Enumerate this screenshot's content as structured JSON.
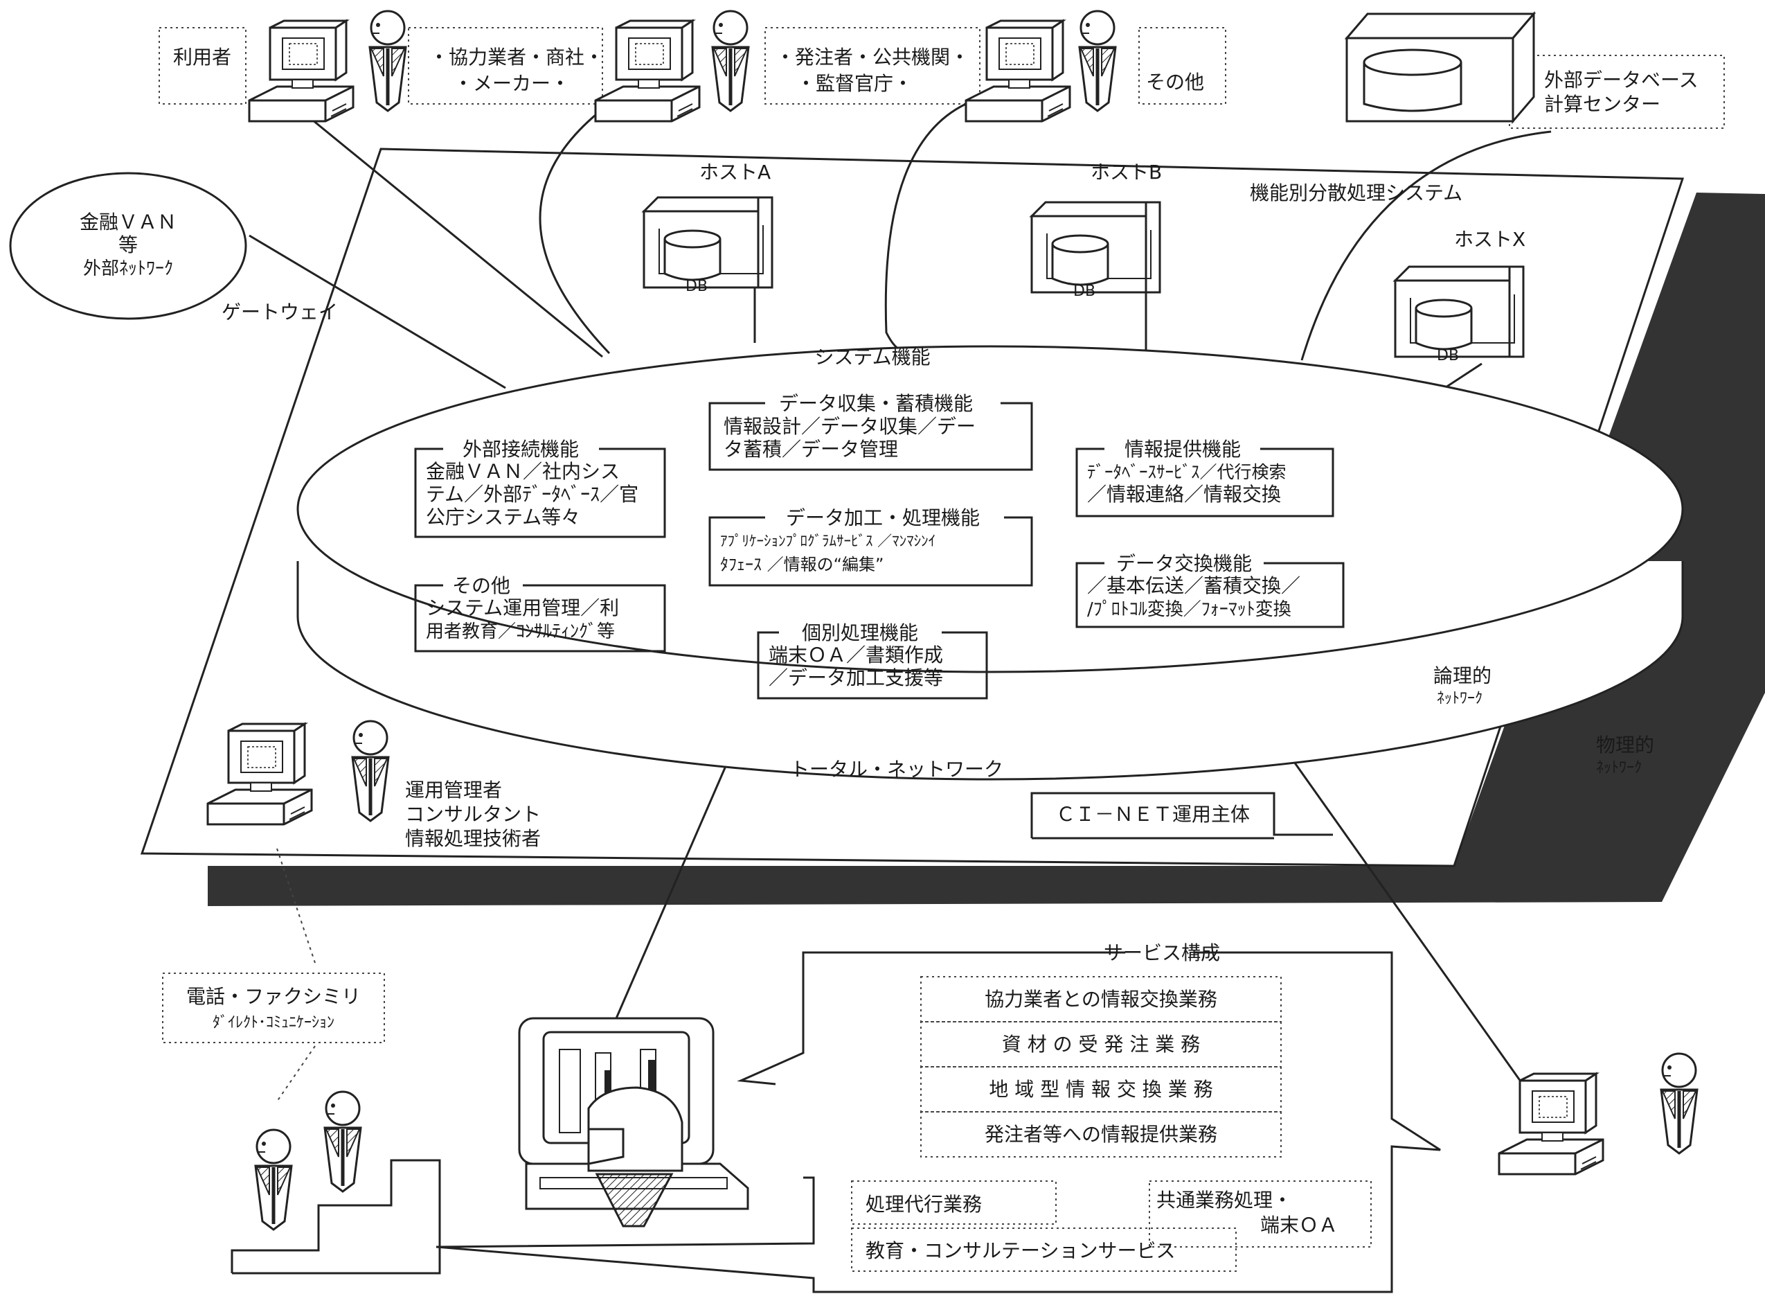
{
  "top_users": {
    "user_label": "利用者",
    "partner_line1": "・協力業者・商社・",
    "partner_line2": "・メーカー・",
    "orderer_line1": "・発注者・公共機関・",
    "orderer_line2": "・監督官庁・",
    "other_label": "その他"
  },
  "external_db": {
    "line1": "外部データベース",
    "line2": "計算センター"
  },
  "financial_van": {
    "line1": "金融ＶＡＮ",
    "line2": "等",
    "line3": "外部ﾈｯﾄﾜｰｸ"
  },
  "gateway_label": "ゲートウェイ",
  "hosts": {
    "host_a": "ホストA",
    "host_b": "ホストB",
    "host_x": "ホストX",
    "db_label": "DB"
  },
  "platform_title": "機能別分散処理システム",
  "system_functions": {
    "title": "システム機能",
    "data_collection": {
      "title": "データ収集・蓄積機能",
      "line1": "情報設計／データ収集／デー",
      "line2": "タ蓄積／データ管理"
    },
    "external_connection": {
      "title": "外部接続機能",
      "line1": "金融ＶＡＮ／社内シス",
      "line2": "テム／外部ﾃﾞｰﾀﾍﾞｰｽ／官",
      "line3": "公庁システム等々"
    },
    "info_provision": {
      "title": "情報提供機能",
      "line1": "ﾃﾞｰﾀﾍﾞｰｽｻｰﾋﾞｽ／代行検索",
      "line2": "／情報連絡／情報交換"
    },
    "data_processing": {
      "title": "データ加工・処理機能",
      "line1": "ｱﾌﾟﾘｹｰｼｮﾝﾌﾟﾛｸﾞﾗﾑｻｰﾋﾞｽ ／ﾏﾝﾏｼﾝｲ",
      "line2": "ﾀﾌｪｰｽ ／情報の“編集”"
    },
    "other": {
      "title": "その他",
      "line1": "システム運用管理／利",
      "line2": "用者教育／ｺﾝｻﾙﾃｨﾝｸﾞ等"
    },
    "data_exchange": {
      "title": "データ交換機能",
      "line1": "／基本伝送／蓄積交換／",
      "line2": "/ﾌﾟﾛﾄｺﾙ変換／ﾌｫｰﾏｯﾄ変換"
    },
    "individual": {
      "title": "個別処理機能",
      "line1": "端末ＯＡ／書類作成",
      "line2": "／データ加工支援等"
    }
  },
  "total_network": "トータル・ネットワーク",
  "logical_network": {
    "line1": "論理的",
    "line2": "ﾈｯﾄﾜｰｸ"
  },
  "physical_network": {
    "line1": "物理的",
    "line2": "ﾈｯﾄﾜｰｸ"
  },
  "operator": {
    "line1": "運用管理者",
    "line2": "コンサルタント",
    "line3": "情報処理技術者"
  },
  "operating_body": "ＣＩ－ＮＥＴ運用主体",
  "telephone": {
    "line1": "電話・ファクシミリ",
    "line2": "ﾀﾞｲﾚｸﾄ･ｺﾐｭﾆｹｰｼｮﾝ"
  },
  "services": {
    "title": "サービス構成",
    "items": [
      "協力業者との情報交換業務",
      "資 材 の 受 発 注 業 務",
      "地 域 型 情 報 交 換 業 務",
      "発注者等への情報提供業務"
    ],
    "proxy": "処理代行業務",
    "common_line1": "共通業務処理・",
    "common_line2": "端末ＯＡ",
    "education": "教育・コンサルテーションサービス"
  }
}
